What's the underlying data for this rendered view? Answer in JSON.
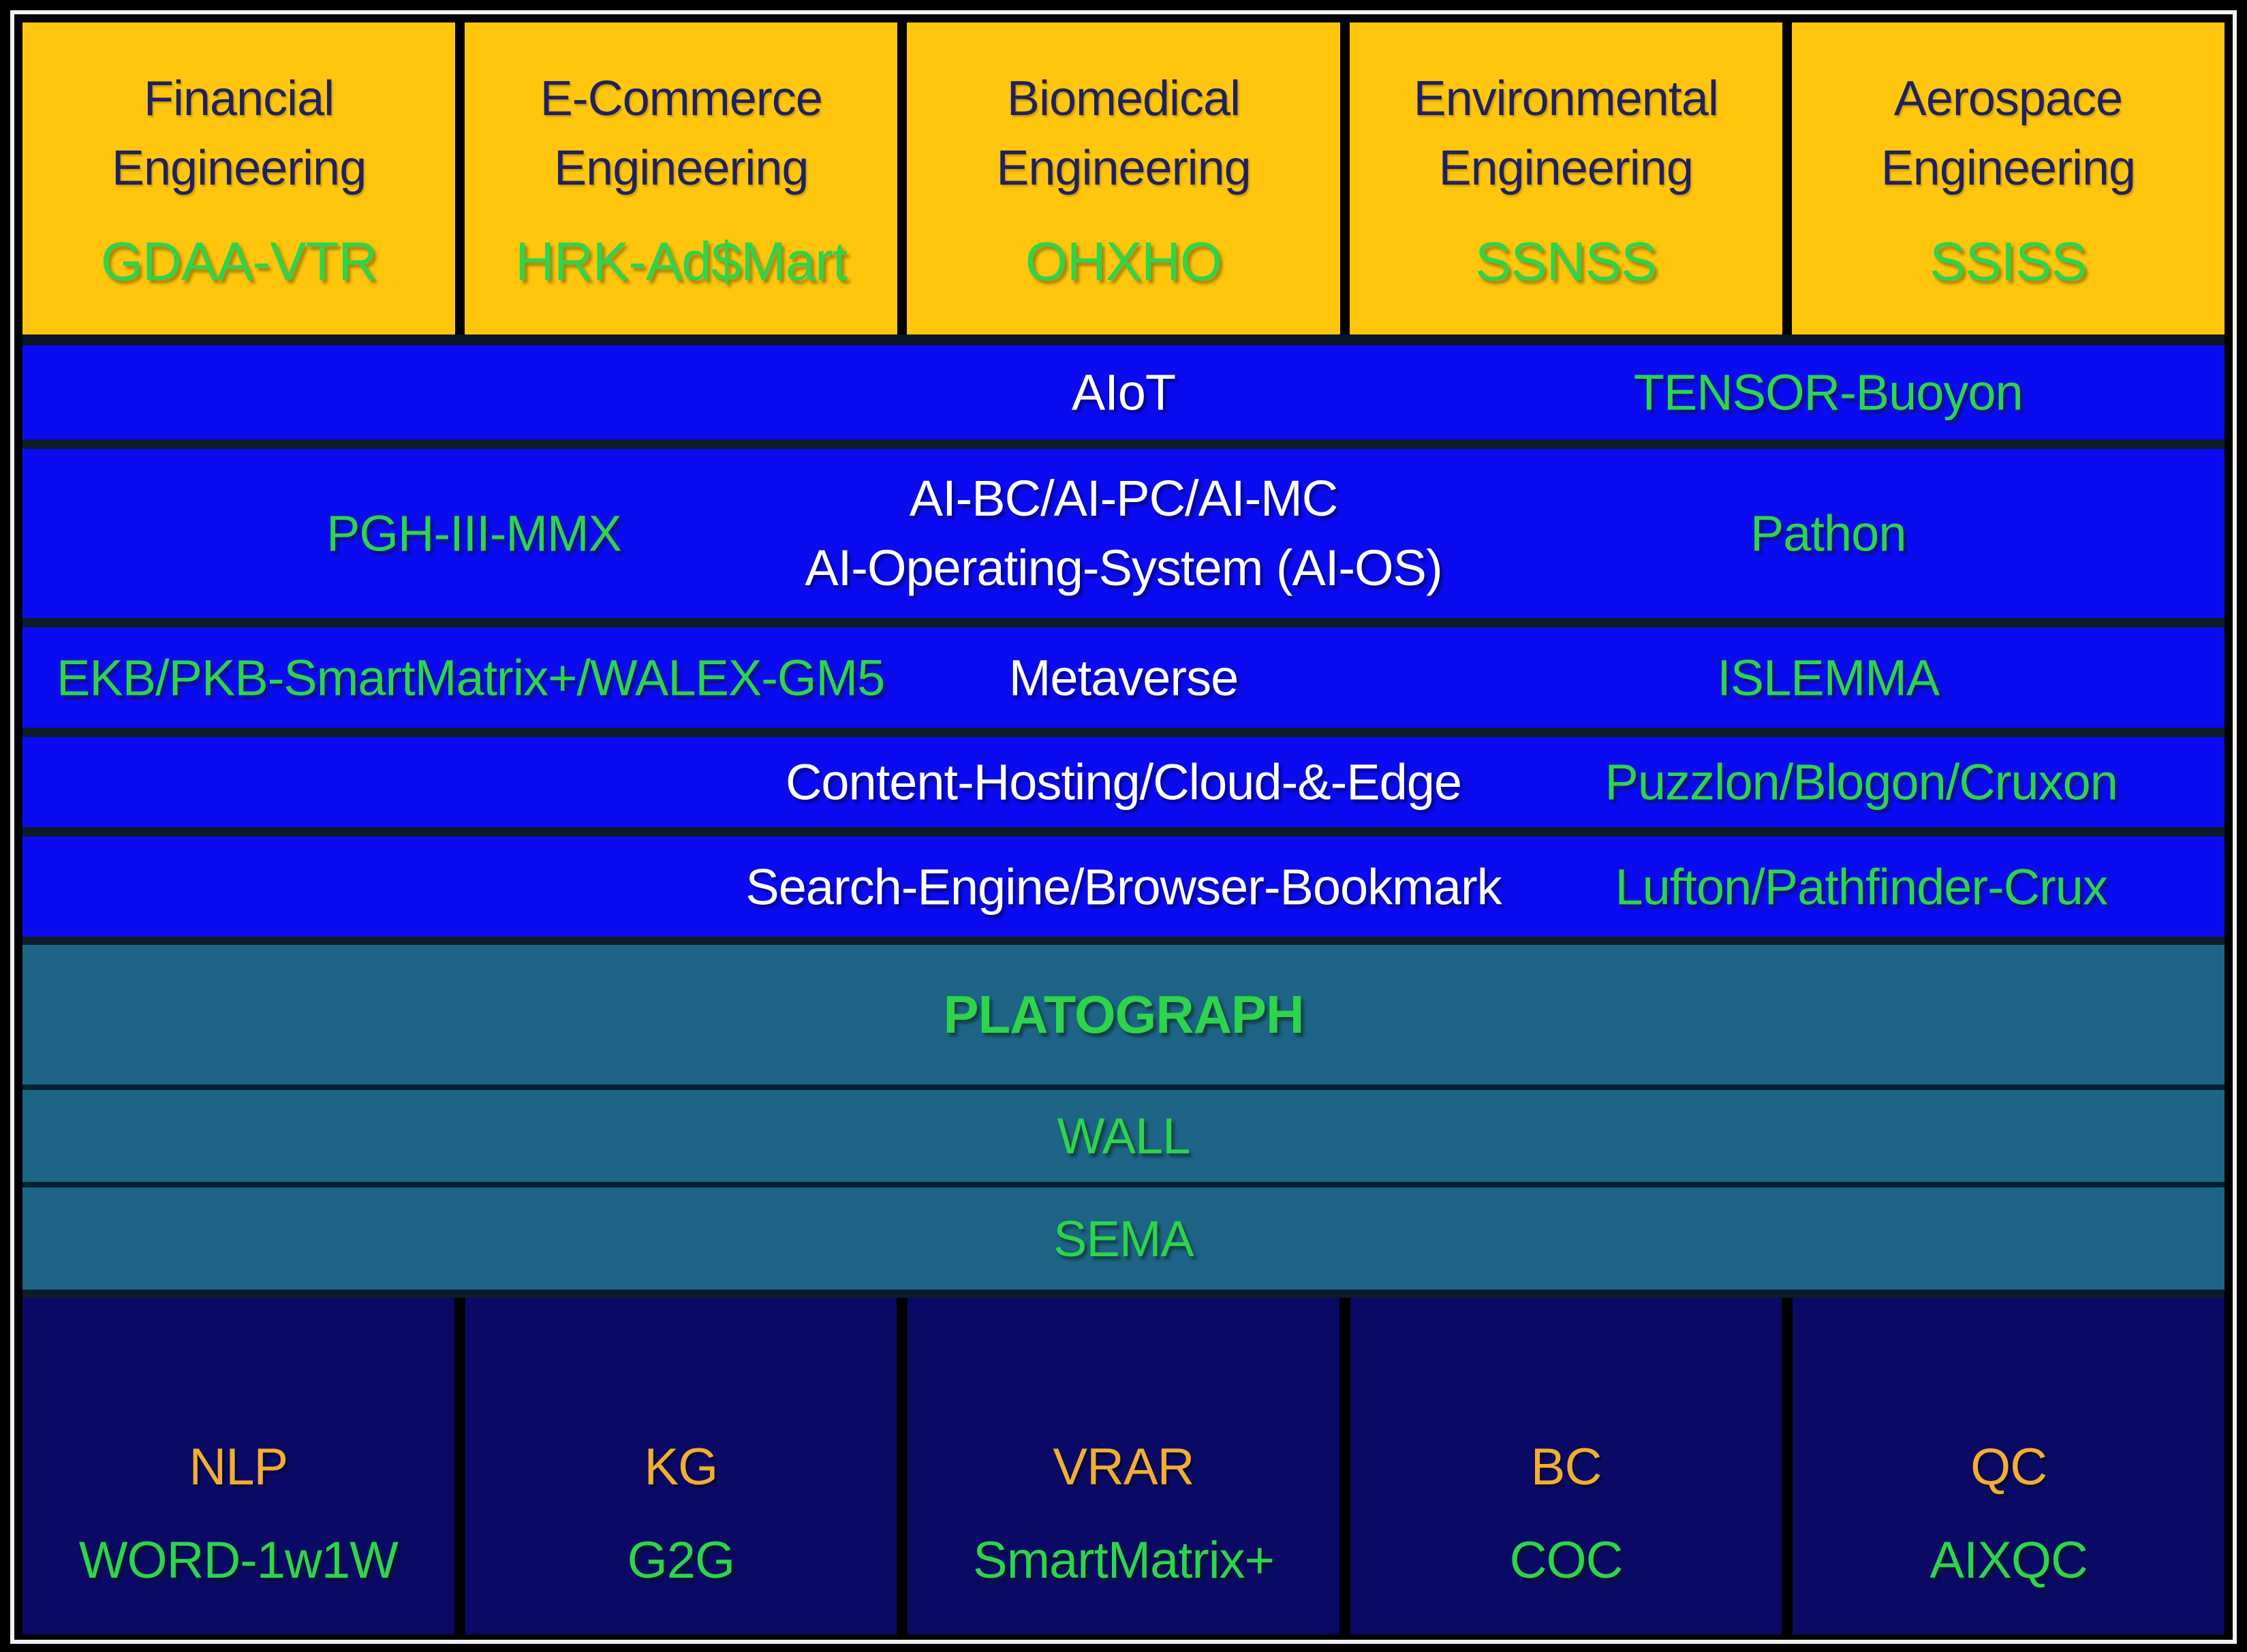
{
  "colors": {
    "yellow_box": "#ffc60d",
    "blue_row": "#0b0bf2",
    "teal_row": "#1d6486",
    "navy_box": "#0a0a66",
    "green_text": "#2dd44c",
    "orange_text": "#f3ad33",
    "white_text": "#ffffff",
    "dark_title_text": "#20215e"
  },
  "top_row": [
    {
      "title_line1": "Financial",
      "title_line2": "Engineering",
      "label": "GDAA-VTR"
    },
    {
      "title_line1": "E-Commerce",
      "title_line2": "Engineering",
      "label": "HRK-Ad$Mart"
    },
    {
      "title_line1": "Biomedical",
      "title_line2": "Engineering",
      "label": "OHXHO"
    },
    {
      "title_line1": "Environmental",
      "title_line2": "Engineering",
      "label": "SSNSS"
    },
    {
      "title_line1": "Aerospace",
      "title_line2": "Engineering",
      "label": "SSISS"
    }
  ],
  "middle_rows": [
    {
      "center": "AIoT",
      "right": "TENSOR-Buoyon"
    },
    {
      "left": "PGH-III-MMX",
      "center_line1": "AI-BC/AI-PC/AI-MC",
      "center_line2": "AI-Operating-System (AI-OS)",
      "right": "Pathon"
    },
    {
      "left": "EKB/PKB-SmartMatrix+/WALEX-GM5",
      "center": "Metaverse",
      "right": "ISLEMMA"
    },
    {
      "center": "Content-Hosting/Cloud-&-Edge",
      "right": "Puzzlon/Blogon/Cruxon"
    },
    {
      "center": "Search-Engine/Browser-Bookmark",
      "right": "Lufton/Pathfinder-Crux"
    }
  ],
  "platform_rows": [
    {
      "label": "PLATOGRAPH"
    },
    {
      "label": "WALL"
    },
    {
      "label": "SEMA"
    }
  ],
  "bottom_row": [
    {
      "title": "NLP",
      "label": "WORD-1w1W"
    },
    {
      "title": "KG",
      "label": "G2G"
    },
    {
      "title": "VRAR",
      "label": "SmartMatrix+"
    },
    {
      "title": "BC",
      "label": "COC"
    },
    {
      "title": "QC",
      "label": "AIXQC"
    }
  ]
}
